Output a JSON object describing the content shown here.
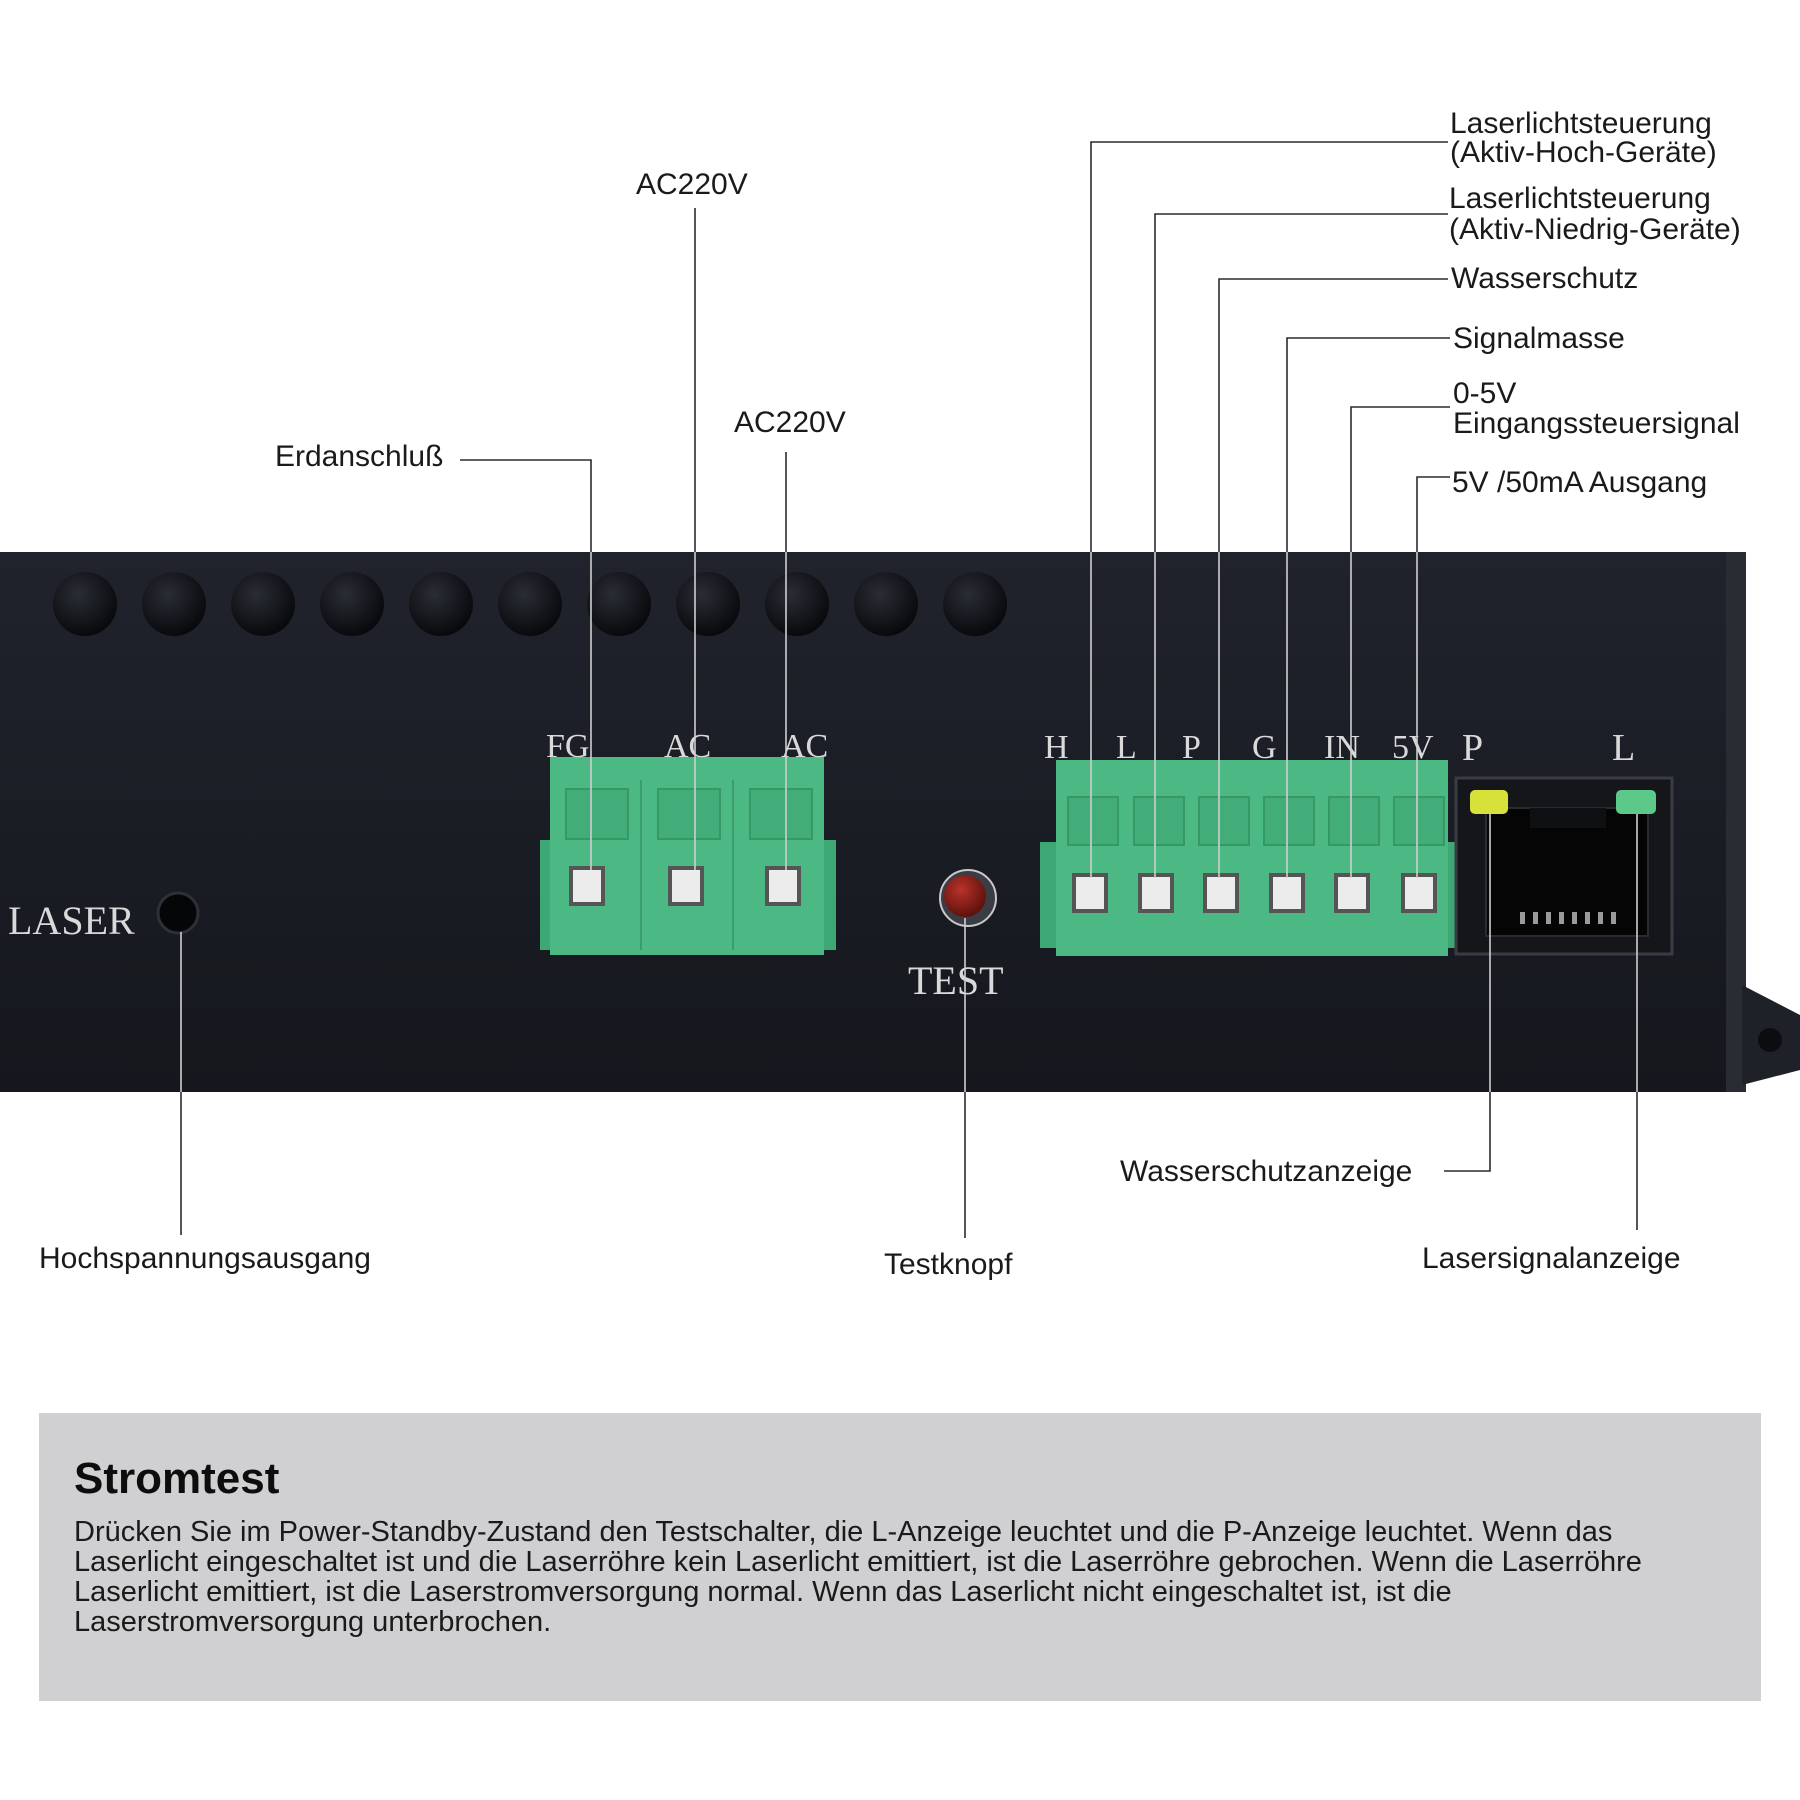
{
  "labels": {
    "ground": "Erdanschluß",
    "ac1": "AC220V",
    "ac2": "AC220V",
    "h_signal": [
      "Laserlichtsteuerung",
      "(Aktiv-Hoch-Geräte)"
    ],
    "l_signal": [
      "Laserlichtsteuerung",
      "(Aktiv-Niedrig-Geräte)"
    ],
    "water": "Wasserschutz",
    "gnd_signal": "Signalmasse",
    "in_signal": [
      "0-5V",
      "Eingangssteuersignal"
    ],
    "out_5v": "5V /50mA Ausgang",
    "hv_out": "Hochspannungsausgang",
    "test_button": "Testknopf",
    "water_indicator": "Wasserschutzanzeige",
    "laser_indicator": "Lasersignalanzeige"
  },
  "device": {
    "left_terminal": [
      "FG",
      "AC",
      "AC"
    ],
    "right_terminal": [
      "H",
      "L",
      "P",
      "G",
      "IN",
      "5V"
    ],
    "led_labels": [
      "P",
      "L"
    ],
    "laser_text": "LASER",
    "test_text": "TEST"
  },
  "info": {
    "title": "Stromtest",
    "text": "Drücken Sie im Power-Standby-Zustand den Testschalter, die L-Anzeige leuchtet und die P-Anzeige leuchtet. Wenn das Laserlicht eingeschaltet ist und die Laserröhre kein Laserlicht emittiert, ist die Laserröhre gebrochen. Wenn die Laserröhre Laserlicht emittiert, ist die Laserstromversorgung normal. Wenn das Laserlicht nicht eingeschaltet ist, ist die Laserstromversorgung unterbrochen."
  },
  "colors": {
    "housing": "#1b1e26",
    "terminal_green": "#4cb884",
    "led_yellow": "#d8e03a",
    "led_green": "#5cc98a",
    "test_button": "#8a1a14",
    "info_background": "#d0d0d2"
  }
}
